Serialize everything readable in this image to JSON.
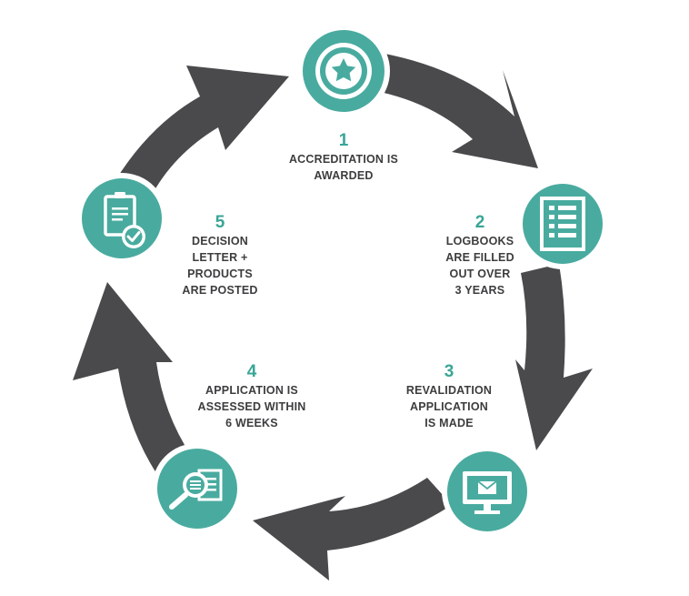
{
  "colors": {
    "ring": "#4a4a4d",
    "teal": "#49ab9f",
    "teal_dark": "#3aa597",
    "icon_white": "#ffffff",
    "text": "#3d3d3f"
  },
  "steps": [
    {
      "number": "1",
      "lines": [
        "ACCREDITATION IS",
        "AWARDED"
      ],
      "icon": "star-badge-icon"
    },
    {
      "number": "2",
      "lines": [
        "LOGBOOKS",
        "ARE FILLED",
        "OUT OVER",
        "3 YEARS"
      ],
      "icon": "checklist-icon"
    },
    {
      "number": "3",
      "lines": [
        "REVALIDATION",
        "APPLICATION",
        "IS MADE"
      ],
      "icon": "monitor-envelope-icon"
    },
    {
      "number": "4",
      "lines": [
        "APPLICATION IS",
        "ASSESSED WITHIN",
        "6 WEEKS"
      ],
      "icon": "magnifier-document-icon"
    },
    {
      "number": "5",
      "lines": [
        "DECISION",
        "LETTER +",
        "PRODUCTS",
        "ARE POSTED"
      ],
      "icon": "clipboard-check-icon"
    }
  ]
}
